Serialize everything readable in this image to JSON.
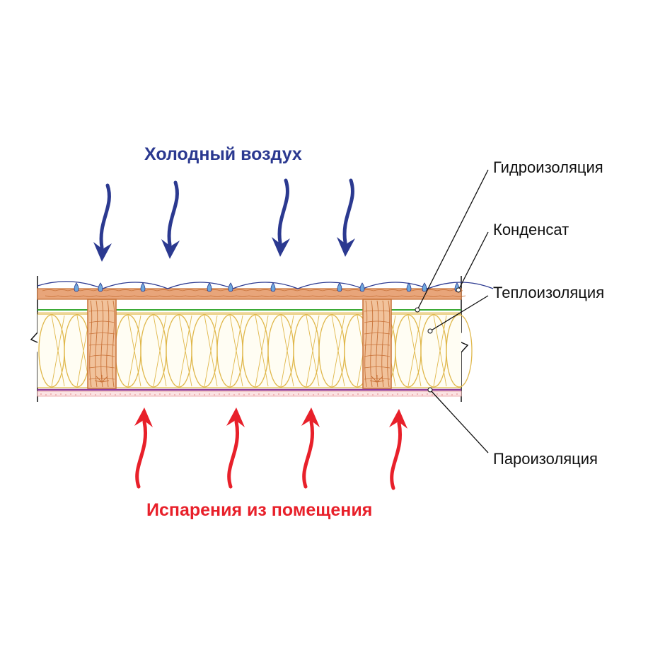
{
  "colors": {
    "cold": "#2b3990",
    "warm": "#e8202a",
    "wood": "#c87137",
    "insulation": "#e0b84c",
    "membrane_green": "#3aaa35",
    "vapor_barrier": "#8e3b9c",
    "leader": "#111111"
  },
  "title_cold": "Холодный воздух",
  "title_warm": "Испарения из помещения",
  "labels": {
    "hydro": "Гидроизоляция",
    "condensate": "Конденсат",
    "thermal": "Теплоизоляция",
    "vapor": "Пароизоляция"
  },
  "icons": {
    "cold_arrow": "down-arrow-icon",
    "warm_arrow": "up-arrow-icon",
    "droplet": "droplet-icon"
  }
}
